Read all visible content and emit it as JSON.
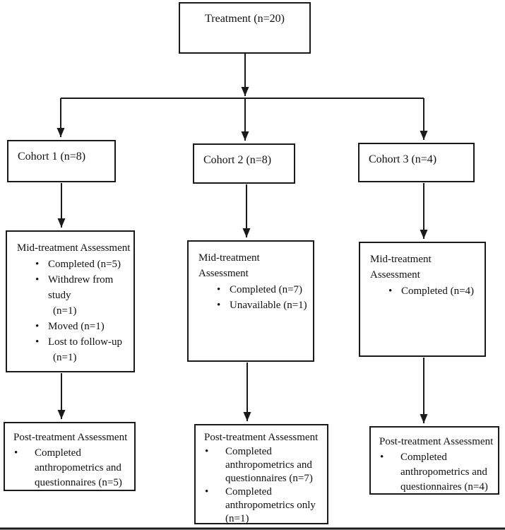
{
  "icons": {
    "bullet": "•"
  },
  "colors": {
    "line": "#1a1a1a",
    "text": "#111111",
    "background": "#ffffff"
  },
  "diagram": {
    "treatment": {
      "label": "Treatment (n=20)"
    },
    "cohorts": [
      {
        "label": "Cohort 1 (n=8)"
      },
      {
        "label": "Cohort 2 (n=8)"
      },
      {
        "label": "Cohort 3 (n=4)"
      }
    ],
    "mid_assessments": [
      {
        "title": "Mid-treatment Assessment",
        "bullets": [
          {
            "lines": [
              "Completed (n=5)"
            ]
          },
          {
            "lines": [
              "Withdrew from study",
              "(n=1)"
            ]
          },
          {
            "lines": [
              "Moved (n=1)"
            ]
          },
          {
            "lines": [
              "Lost to follow-up",
              "(n=1)"
            ]
          }
        ]
      },
      {
        "title": "Mid-treatment Assessment",
        "bullets": [
          {
            "lines": [
              "Completed (n=7)"
            ]
          },
          {
            "lines": [
              "Unavailable (n=1)"
            ]
          }
        ]
      },
      {
        "title": "Mid-treatment Assessment",
        "bullets": [
          {
            "lines": [
              "Completed (n=4)"
            ]
          }
        ]
      }
    ],
    "post_assessments": [
      {
        "title": "Post-treatment Assessment",
        "bullets": [
          {
            "lines": [
              "Completed",
              "anthropometrics and",
              "questionnaires (n=5)"
            ]
          }
        ]
      },
      {
        "title": "Post-treatment Assessment",
        "bullets": [
          {
            "lines": [
              "Completed",
              "anthropometrics and",
              "questionnaires (n=7)"
            ]
          },
          {
            "lines": [
              "Completed",
              "anthropometrics only",
              "(n=1)"
            ]
          }
        ]
      },
      {
        "title": "Post-treatment Assessment",
        "bullets": [
          {
            "lines": [
              "Completed",
              "anthropometrics and",
              "questionnaires (n=4)"
            ]
          }
        ]
      }
    ]
  }
}
